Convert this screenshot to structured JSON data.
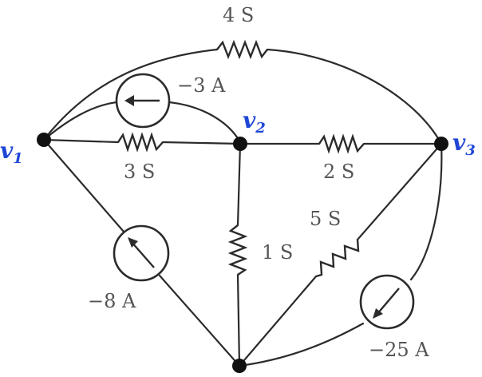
{
  "diagram": {
    "nodes": {
      "v1": {
        "name": "v",
        "sub": "1"
      },
      "v2": {
        "name": "v",
        "sub": "2"
      },
      "v3": {
        "name": "v",
        "sub": "3"
      }
    },
    "components": {
      "g_4S": "4 S",
      "g_3S": "3 S",
      "g_2S": "2 S",
      "g_1S": "1 S",
      "g_5S": "5 S",
      "src_neg3A": "−3 A",
      "src_neg8A": "−8 A",
      "src_neg25A": "−25 A"
    },
    "colors": {
      "node_label": "#1f47d6",
      "wire": "#2b2b2b",
      "component_label": "#555555"
    }
  }
}
